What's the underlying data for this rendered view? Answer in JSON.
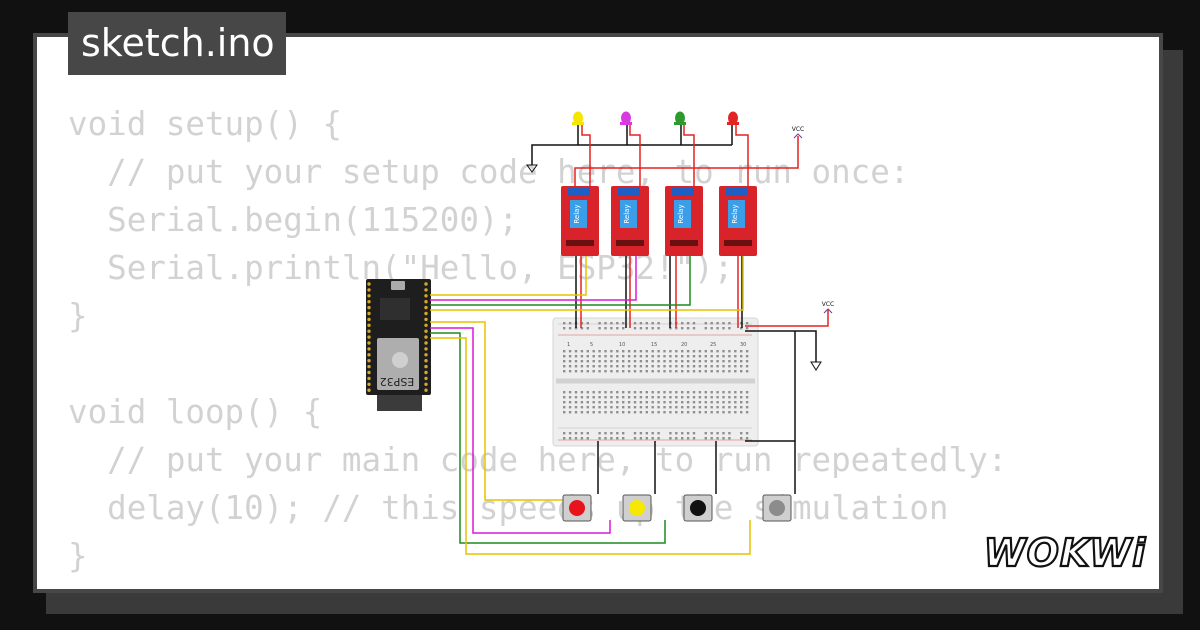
{
  "header": {
    "filename": "sketch.ino"
  },
  "code": {
    "lines": [
      "void setup() {",
      "  // put your setup code here, to run once:",
      "  Serial.begin(115200);",
      "  Serial.println(\"Hello, ESP32!\");",
      "}",
      "",
      "void loop() {",
      "  // put your main code here, to run repeatedly:",
      "  delay(10); // this speeds up the simulation",
      "}"
    ]
  },
  "circuit": {
    "board_label": "ESP32",
    "relay_label": "Relay",
    "vcc_label": "VCC",
    "breadboard_numbers": [
      "1",
      "5",
      "10",
      "15",
      "20",
      "25",
      "30"
    ],
    "led_colors": [
      "#f5e500",
      "#d93ae0",
      "#2e9a2e",
      "#e22424"
    ],
    "button_colors": [
      "#e8141c",
      "#f6e800",
      "#111111",
      "#8c8c8c"
    ],
    "wire_colors": {
      "red": "#e52222",
      "yellow": "#e6c400",
      "magenta": "#d81ad8",
      "green": "#1f8a1f",
      "black": "#111111"
    }
  },
  "brand": {
    "logo_text": "WOKWi"
  }
}
